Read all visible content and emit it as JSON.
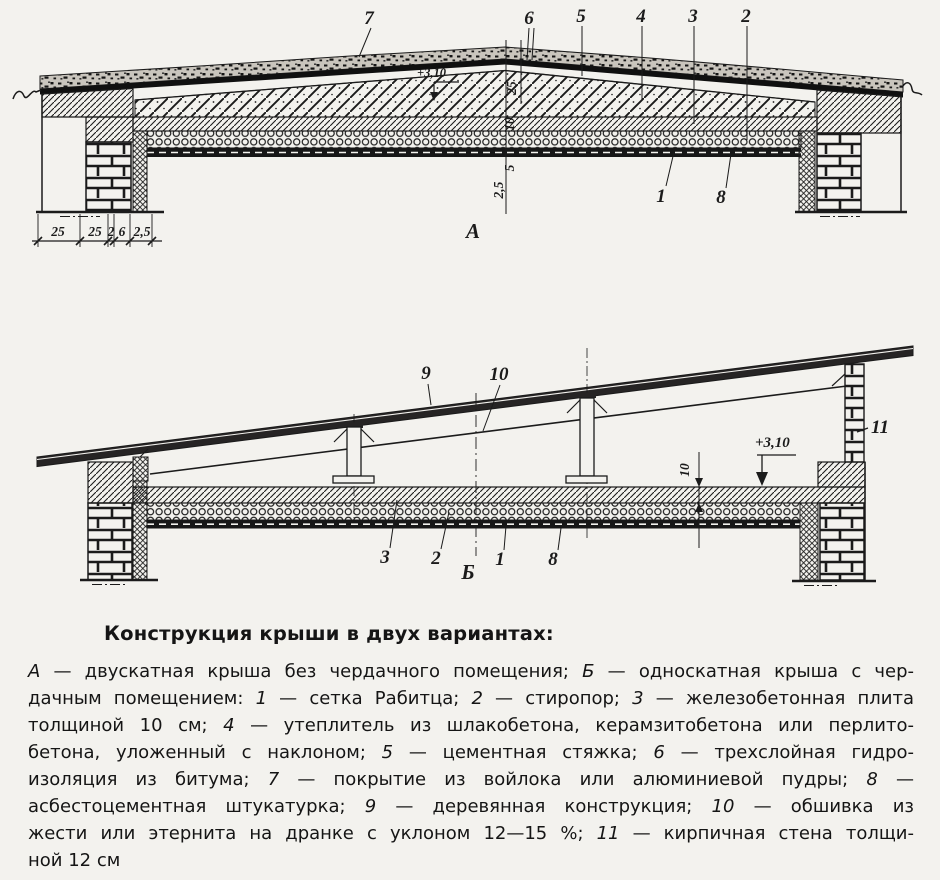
{
  "page": {
    "background": "#f3f2ee",
    "ink": "#1b1b1b"
  },
  "diagram_a": {
    "label": "А",
    "elevation_mark": "+3,10",
    "callouts": {
      "c7": "7",
      "c6": "6",
      "c5": "5",
      "c4": "4",
      "c3": "3",
      "c2": "2",
      "c1": "1",
      "c8": "8"
    },
    "dim_chain": {
      "d1": "25",
      "d2": "25",
      "d3": "2",
      "d4": "6",
      "d5": "2,5"
    },
    "layer_dims": {
      "v1": "25",
      "v2": "10",
      "v3": "5",
      "v4": "2,5"
    }
  },
  "diagram_b": {
    "label": "Б",
    "elevation_mark": "+3,10",
    "callouts": {
      "c9": "9",
      "c10": "10",
      "c11": "11",
      "c3": "3",
      "c2": "2",
      "c1": "1",
      "c8": "8"
    },
    "plate_thickness_dim": "10"
  },
  "caption": {
    "title": "Конструкция крыши в двух вариантах:",
    "lines": [
      [
        {
          "t": "А",
          "i": 1
        },
        {
          "t": " — двускатная крыша без чердачного помещения;  "
        },
        {
          "t": "Б",
          "i": 1
        },
        {
          "t": " — односкатная крыша с чер-"
        }
      ],
      [
        {
          "t": "дачным помещением:  "
        },
        {
          "t": "1",
          "i": 1
        },
        {
          "t": " — сетка Рабитца;  "
        },
        {
          "t": "2",
          "i": 1
        },
        {
          "t": " — стиропор;  "
        },
        {
          "t": "3",
          "i": 1
        },
        {
          "t": " — железобетонная плита"
        }
      ],
      [
        {
          "t": "толщиной 10 см;  "
        },
        {
          "t": "4",
          "i": 1
        },
        {
          "t": " — утеплитель из шлакобетона, керамзитобетона или перлито-"
        }
      ],
      [
        {
          "t": "бетона, уложенный с наклоном;  "
        },
        {
          "t": "5",
          "i": 1
        },
        {
          "t": " — цементная стяжка;  "
        },
        {
          "t": "6",
          "i": 1
        },
        {
          "t": " — трехслойная гидро-"
        }
      ],
      [
        {
          "t": "изоляция из битума;  "
        },
        {
          "t": "7",
          "i": 1
        },
        {
          "t": " — покрытие из войлока или алюминиевой пудры;  "
        },
        {
          "t": "8",
          "i": 1
        },
        {
          "t": " —"
        }
      ],
      [
        {
          "t": "асбестоцементная штукатурка;  "
        },
        {
          "t": "9",
          "i": 1
        },
        {
          "t": " — деревянная конструкция;  "
        },
        {
          "t": "10",
          "i": 1
        },
        {
          "t": " — обшивка из"
        }
      ],
      [
        {
          "t": "жести или этернита на дранке с уклоном 12—15 %;  "
        },
        {
          "t": "11",
          "i": 1
        },
        {
          "t": " — кирпичная стена толщи-"
        }
      ],
      [
        {
          "t": "ной 12 см"
        }
      ]
    ]
  }
}
